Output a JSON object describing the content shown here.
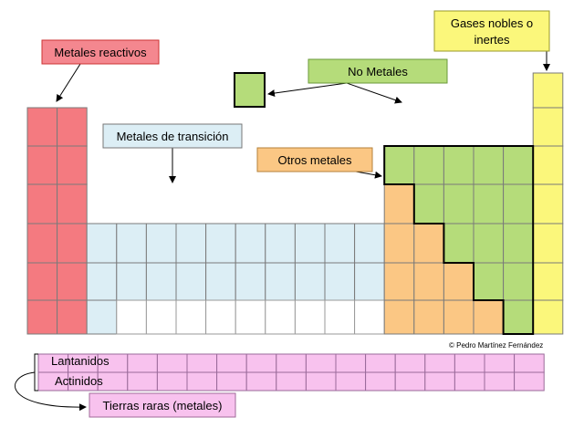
{
  "labels": {
    "reactive_metals": "Metales reactivos",
    "transition_metals": "Metales de transición",
    "nonmetals": "No Metales",
    "other_metals": "Otros metales",
    "noble_gases_line1": "Gases nobles o",
    "noble_gases_line2": "inertes",
    "lanthanides": "Lantanidos",
    "actinides": "Actinidos",
    "rare_earths": "Tierras raras (metales)",
    "credit": "© Pedro Martínez Fernández"
  },
  "colors": {
    "reactive_metals": "#f47a80",
    "transition_metals": "#dceef5",
    "nonmetals": "#b5dc7a",
    "other_metals": "#fbc784",
    "noble_gases": "#fbf77b",
    "empty": "#ffffff",
    "rare_earths": "#f8c2ee",
    "lanthanides_text": "#ff3d4d",
    "actinides_text": "#3aa635",
    "label_red": "#f4878f",
    "label_blue": "#dceef5",
    "label_green": "#b5dc7a",
    "label_orange": "#fbc784",
    "label_yellow": "#fbf77b",
    "label_pink": "#f8c2ee"
  }
}
